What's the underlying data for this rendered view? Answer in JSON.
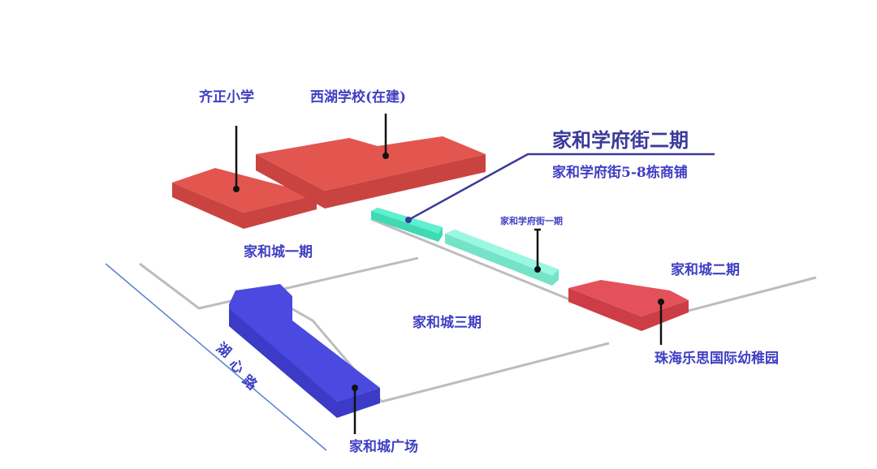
{
  "labels": {
    "qizheng_school": "齐正小学",
    "xihu_school": "西湖学校(在建)",
    "xuefu_phase2_title": "家和学府街二期",
    "xuefu_phase2_sub": "家和学府街5-8栋商铺",
    "xuefu_phase1": "家和学府街一期",
    "jiahe_phase1": "家和城一期",
    "jiahe_phase2": "家和城二期",
    "jiahe_phase3": "家和城三期",
    "kindergarten": "珠海乐思国际幼稚园",
    "plaza": "家和城广场",
    "road": [
      "湖",
      "心",
      "路"
    ]
  },
  "colors": {
    "red": "#e2564f",
    "blue": "#4a4ae0",
    "teal": "#5ef0cf",
    "teal_light": "#8ef5de",
    "label": "#3f3fc4"
  }
}
